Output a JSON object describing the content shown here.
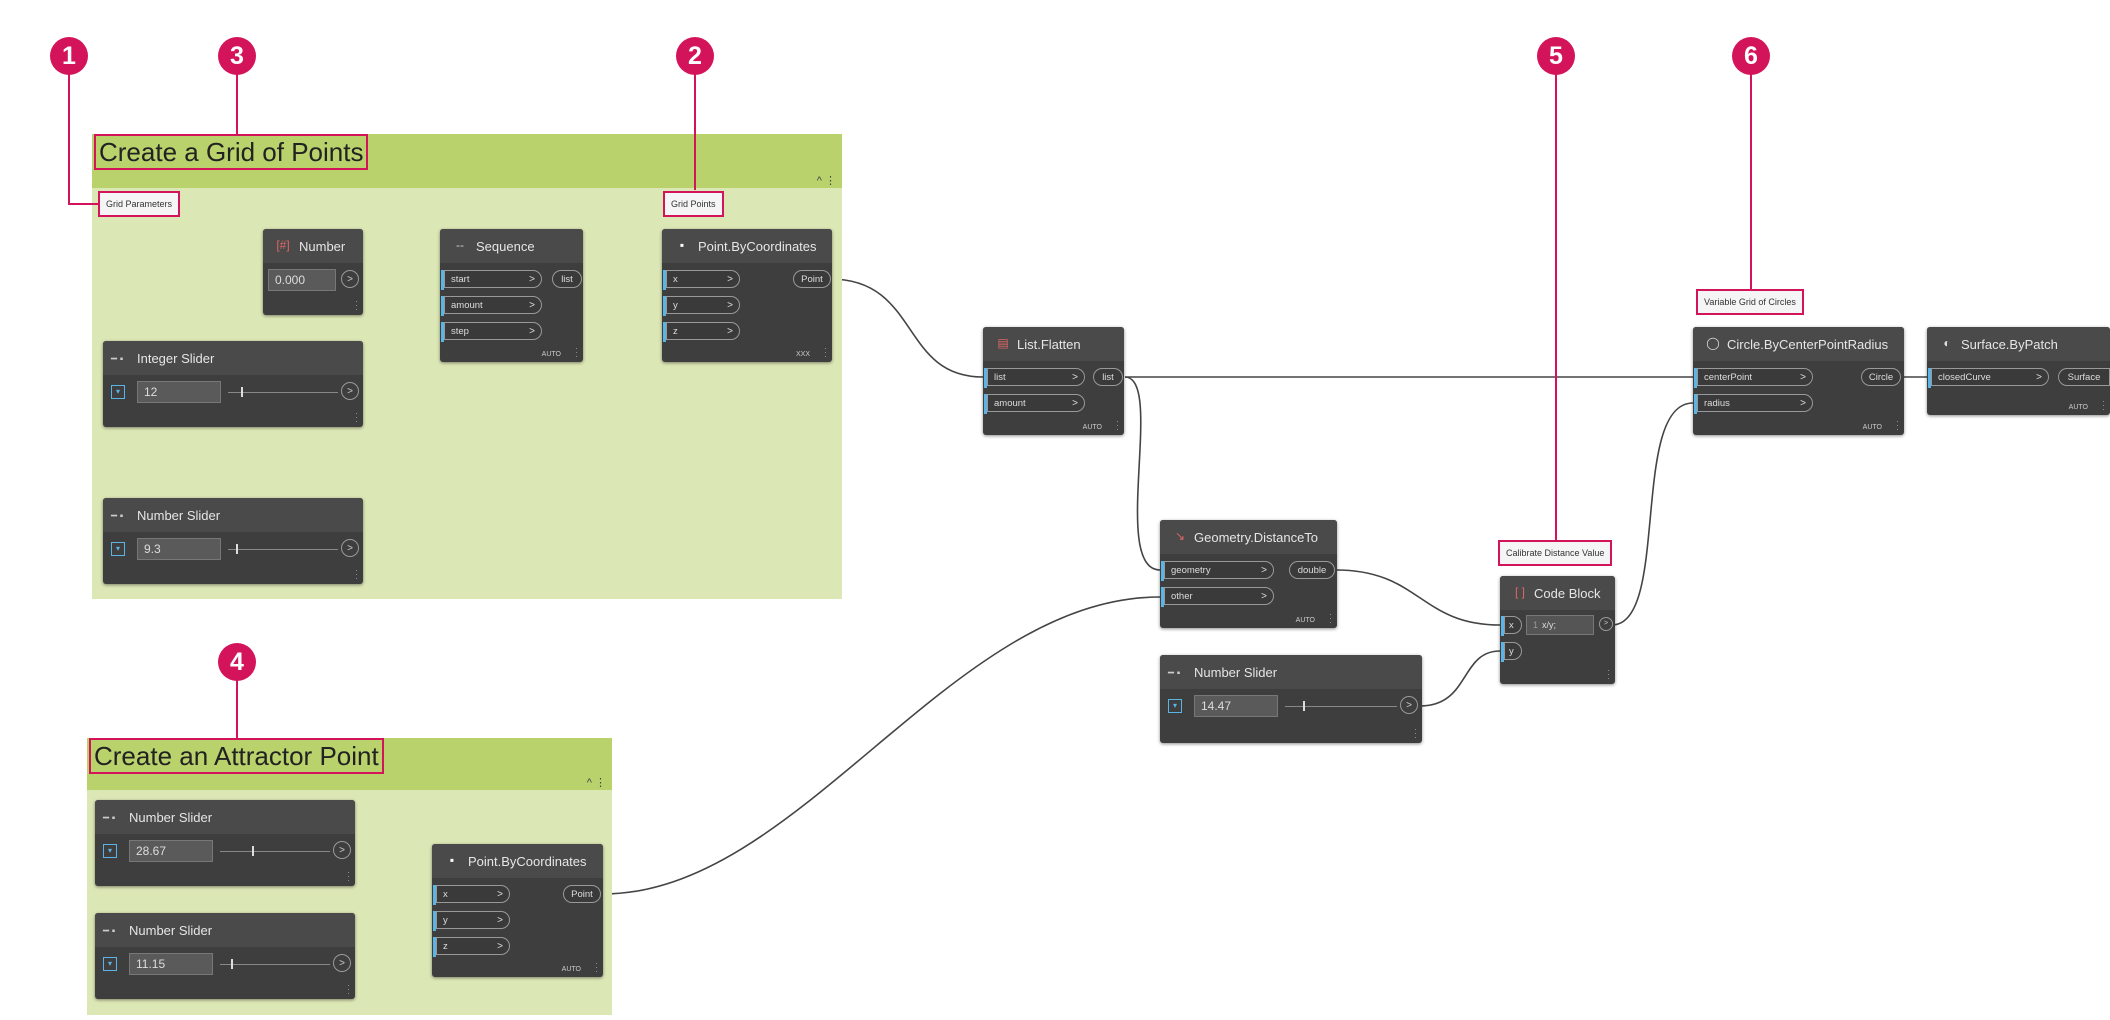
{
  "badges": [
    "1",
    "2",
    "3",
    "4",
    "5",
    "6"
  ],
  "groups": {
    "grid": {
      "title": "Create a Grid of Points"
    },
    "attractor": {
      "title": "Create an Attractor Point"
    }
  },
  "notes": {
    "grid_parameters": "Grid Parameters",
    "grid_points": "Grid Points",
    "calibrate": "Calibrate Distance Value",
    "variable_grid": "Variable Grid of Circles"
  },
  "nodes": {
    "number": {
      "title": "Number",
      "value": "0.000"
    },
    "integer_slider": {
      "title": "Integer Slider",
      "value": "12"
    },
    "number_slider_a": {
      "title": "Number Slider",
      "value": "9.3"
    },
    "sequence": {
      "title": "Sequence",
      "inputs": [
        "start",
        "amount",
        "step"
      ],
      "output": "list",
      "lacing": "AUTO"
    },
    "point_grid": {
      "title": "Point.ByCoordinates",
      "inputs": [
        "x",
        "y",
        "z"
      ],
      "output": "Point",
      "lacing": "XXX"
    },
    "list_flatten": {
      "title": "List.Flatten",
      "inputs": [
        "list",
        "amount"
      ],
      "output": "list",
      "lacing": "AUTO"
    },
    "geometry_distance": {
      "title": "Geometry.DistanceTo",
      "inputs": [
        "geometry",
        "other"
      ],
      "output": "double",
      "lacing": "AUTO"
    },
    "number_slider_calib": {
      "title": "Number Slider",
      "value": "14.47"
    },
    "code_block": {
      "title": "Code Block",
      "inputs": [
        "x",
        "y"
      ],
      "line_number": "1",
      "code": "x/y;"
    },
    "circle": {
      "title": "Circle.ByCenterPointRadius",
      "inputs": [
        "centerPoint",
        "radius"
      ],
      "output": "Circle",
      "lacing": "AUTO"
    },
    "surface": {
      "title": "Surface.ByPatch",
      "inputs": [
        "closedCurve"
      ],
      "output": "Surface",
      "lacing": "AUTO"
    },
    "slider_x": {
      "title": "Number Slider",
      "value": "28.67"
    },
    "slider_y": {
      "title": "Number Slider",
      "value": "11.15"
    },
    "point_attractor": {
      "title": "Point.ByCoordinates",
      "inputs": [
        "x",
        "y",
        "z"
      ],
      "output": "Point",
      "lacing": "AUTO"
    }
  },
  "colors": {
    "accent": "#d4145a",
    "group_header": "#b9d26b",
    "group_body": "#dce7b6",
    "node_body": "#3e3e3e",
    "port_marker": "#5ab4e6",
    "wire": "#444444"
  },
  "icons": [
    "collapse-caret-icon",
    "dropdown-expander-icon",
    "node-menu-dots-icon",
    "slider-node-icon"
  ]
}
